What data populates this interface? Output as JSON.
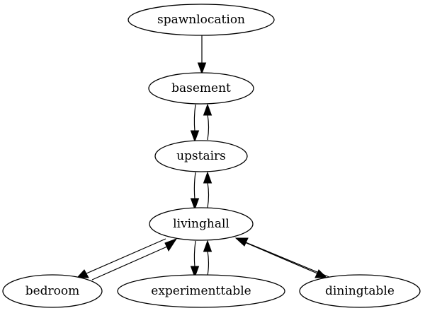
{
  "graph": {
    "nodes": [
      {
        "id": "spawnlocation",
        "label": "spawnlocation"
      },
      {
        "id": "basement",
        "label": "basement"
      },
      {
        "id": "upstairs",
        "label": "upstairs"
      },
      {
        "id": "livinghall",
        "label": "livinghall"
      },
      {
        "id": "bedroom",
        "label": "bedroom"
      },
      {
        "id": "experimenttable",
        "label": "experimenttable"
      },
      {
        "id": "diningtable",
        "label": "diningtable"
      }
    ],
    "edges": [
      {
        "from": "spawnlocation",
        "to": "basement"
      },
      {
        "from": "basement",
        "to": "upstairs"
      },
      {
        "from": "upstairs",
        "to": "basement"
      },
      {
        "from": "upstairs",
        "to": "livinghall"
      },
      {
        "from": "livinghall",
        "to": "upstairs"
      },
      {
        "from": "livinghall",
        "to": "bedroom"
      },
      {
        "from": "bedroom",
        "to": "livinghall"
      },
      {
        "from": "livinghall",
        "to": "experimenttable"
      },
      {
        "from": "experimenttable",
        "to": "livinghall"
      },
      {
        "from": "livinghall",
        "to": "diningtable"
      },
      {
        "from": "diningtable",
        "to": "livinghall"
      }
    ]
  }
}
